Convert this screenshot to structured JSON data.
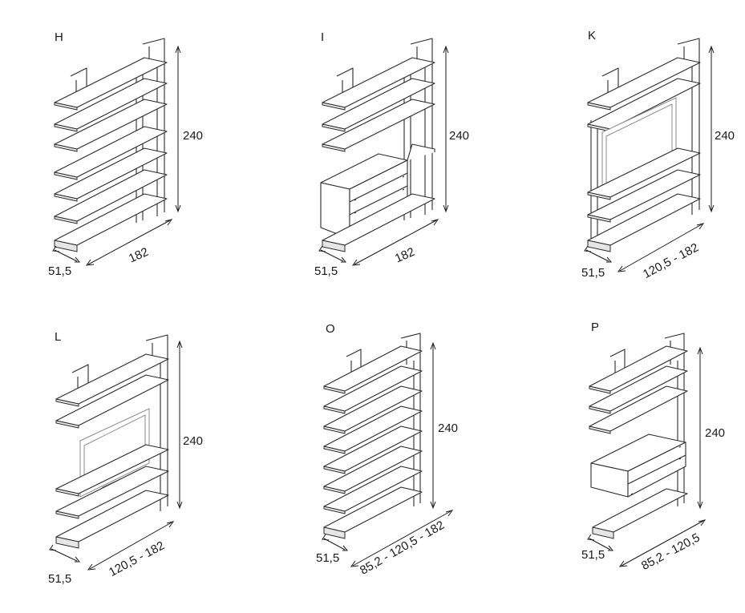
{
  "units": [
    {
      "letter": "H",
      "height": "240",
      "width": "182",
      "depth": "51,5"
    },
    {
      "letter": "I",
      "height": "240",
      "width": "182",
      "depth": "51,5"
    },
    {
      "letter": "K",
      "height": "240",
      "width": "120,5 - 182",
      "depth": "51,5"
    },
    {
      "letter": "L",
      "height": "240",
      "width": "120,5 - 182",
      "depth": "51,5"
    },
    {
      "letter": "O",
      "height": "240",
      "width": "85,2 - 120,5 - 182",
      "depth": "51,5"
    },
    {
      "letter": "P",
      "height": "240",
      "width": "85,2 - 120,5",
      "depth": "51,5"
    }
  ]
}
